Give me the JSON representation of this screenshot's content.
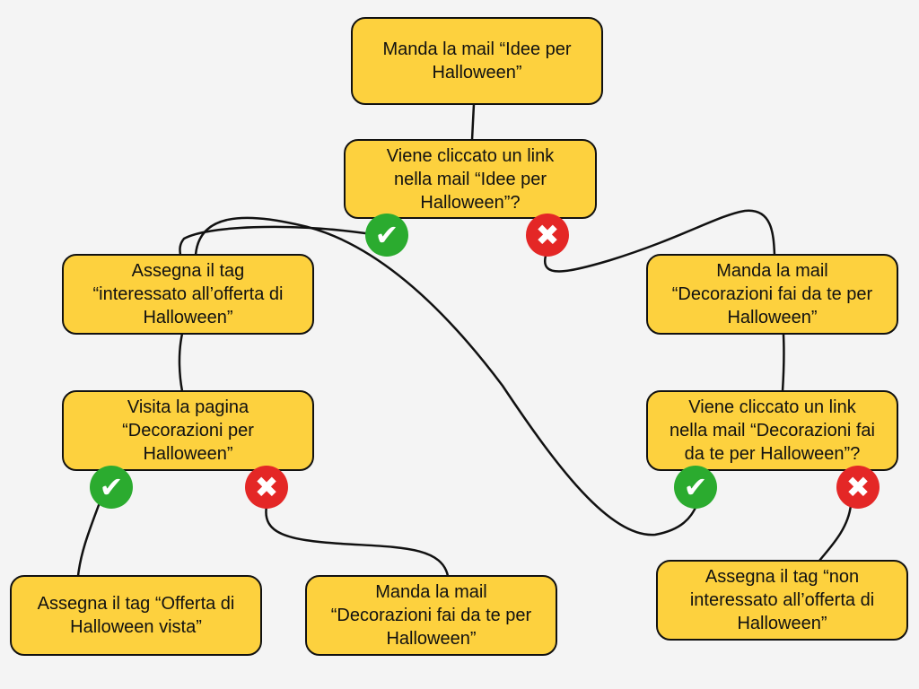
{
  "colors": {
    "node_fill": "#fdd13e",
    "node_border": "#111111",
    "yes": "#2bab2f",
    "no": "#e42726",
    "line": "#111111",
    "background": "#f4f4f4"
  },
  "nodes": {
    "send_ideas": "Manda la mail “Idee per\nHalloween”",
    "ideas_clicked": "Viene cliccato un link\nnella mail “Idee per\nHalloween”?",
    "tag_interested": "Assegna il tag\n“interessato all’offerta di\nHalloween”",
    "send_decor_right": "Manda la mail\n“Decorazioni fai da te per\nHalloween”",
    "visit_page": "Visita la pagina\n“Decorazioni per\nHalloween”",
    "decor_clicked": "Viene cliccato un link\nnella mail “Decorazioni fai\nda te per Halloween”?",
    "tag_offer_seen": "Assegna il tag “Offerta di\nHalloween vista”",
    "send_decor_bottom": "Manda la mail\n“Decorazioni fai da te per\nHalloween”",
    "tag_not_interested": "Assegna il tag “non\ninteressato all’offerta di\nHalloween”"
  },
  "badges": {
    "yes_icon": "check-icon",
    "no_icon": "cross-icon",
    "yes_glyph": "✔",
    "no_glyph": "✖"
  }
}
